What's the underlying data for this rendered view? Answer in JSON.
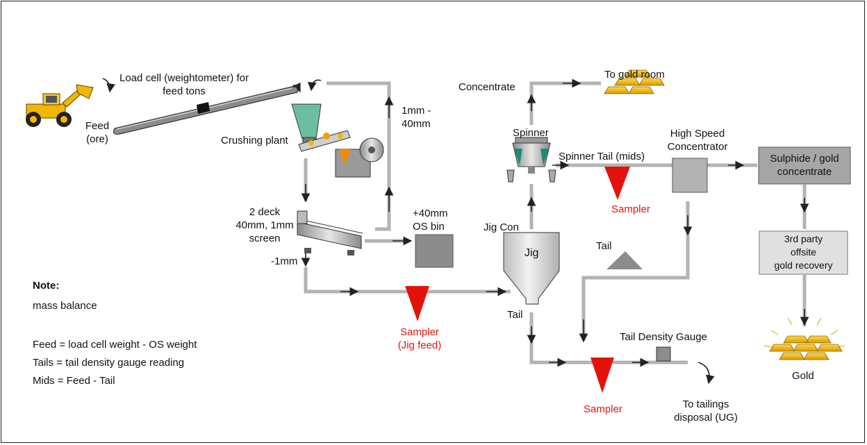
{
  "labels": {
    "load_cell": "Load cell (weightometer) for\nfeed tons",
    "feed": "Feed\n(ore)",
    "crushing_plant": "Crushing plant",
    "screen_size": "1mm -\n40mm",
    "two_deck": "2 deck\n40mm, 1mm\nscreen",
    "minus_1mm": "-1mm",
    "os_bin": "+40mm\nOS bin",
    "sampler_jig_feed": "Sampler\n(Jig feed)",
    "to_gold_room": "To gold room",
    "concentrate": "Concentrate",
    "spinner": "Spinner",
    "spinner_tail": "Spinner Tail (mids)",
    "hsc": "High Speed\nConcentrator",
    "sulphide": "Sulphide / gold\nconcentrate",
    "sampler_mid": "Sampler",
    "jig_con": "Jig Con",
    "jig": "Jig",
    "tail_pile": "Tail",
    "third_party": "3rd party\noffsite\ngold recovery",
    "tail_jig": "Tail",
    "tail_density_gauge": "Tail Density Gauge",
    "gold": "Gold",
    "sampler_bottom": "Sampler",
    "tailings_disposal": "To tailings\ndisposal (UG)"
  },
  "note": {
    "title": "Note:",
    "subtitle": "mass balance",
    "line1": "Feed = load cell weight - OS weight",
    "line2": "Tails = tail density gauge reading",
    "line3": "Mids = Feed - Tail"
  },
  "colors": {
    "line": "#b3b3b3",
    "arrow": "#222222",
    "sampler": "#e3120b",
    "gold": "#f2b705",
    "box": "#a6a6a6"
  }
}
